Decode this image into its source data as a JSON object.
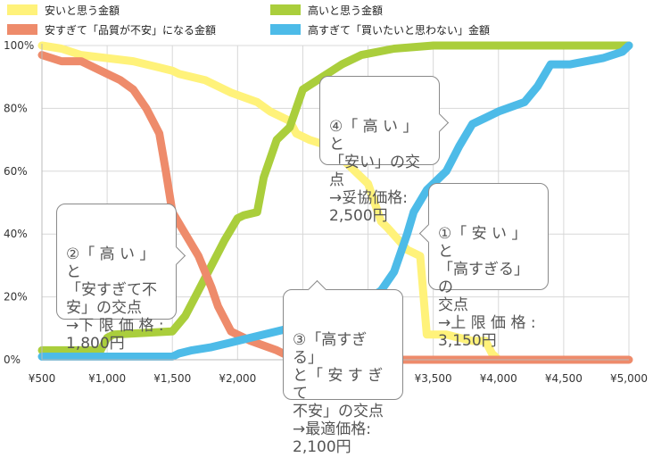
{
  "colors": {
    "yellow": "#FFF27A",
    "green": "#AACE3C",
    "orange": "#EE8B6B",
    "blue": "#4DBBE8",
    "grid": "#d8d8d8"
  },
  "chart_data": {
    "type": "line",
    "xlim": [
      500,
      5000
    ],
    "ylim": [
      0,
      100
    ],
    "x_ticks": [
      500,
      1000,
      1500,
      2000,
      2500,
      3000,
      3500,
      4000,
      4500,
      5000
    ],
    "x_tick_labels": [
      "¥500",
      "¥1,000",
      "¥1,500",
      "¥2,000",
      "¥2,500",
      "¥3,000",
      "¥3,500",
      "¥4,000",
      "¥4,500",
      "¥5,000"
    ],
    "y_ticks": [
      0,
      20,
      40,
      60,
      80,
      100
    ],
    "y_tick_labels": [
      "0%",
      "20%",
      "40%",
      "60%",
      "80%",
      "100%"
    ],
    "legend_position": "top",
    "series": [
      {
        "name": "安いと思う金額",
        "color_key": "yellow",
        "points": [
          [
            500,
            100
          ],
          [
            650,
            99
          ],
          [
            800,
            97
          ],
          [
            1000,
            96
          ],
          [
            1200,
            95
          ],
          [
            1400,
            93
          ],
          [
            1500,
            92
          ],
          [
            1550,
            91
          ],
          [
            1750,
            89
          ],
          [
            1950,
            85
          ],
          [
            2150,
            82
          ],
          [
            2250,
            79
          ],
          [
            2400,
            76
          ],
          [
            2450,
            72
          ],
          [
            2550,
            70
          ],
          [
            2700,
            68
          ],
          [
            2800,
            64
          ],
          [
            3000,
            56
          ],
          [
            3100,
            44
          ],
          [
            3150,
            42
          ],
          [
            3300,
            35
          ],
          [
            3400,
            33
          ],
          [
            3450,
            8
          ],
          [
            3600,
            8
          ],
          [
            3700,
            7
          ],
          [
            3800,
            6
          ],
          [
            3900,
            6
          ],
          [
            3950,
            2
          ],
          [
            4000,
            0
          ]
        ]
      },
      {
        "name": "高いと思う金額",
        "color_key": "green",
        "points": [
          [
            500,
            3
          ],
          [
            950,
            3
          ],
          [
            1000,
            7
          ],
          [
            1050,
            8
          ],
          [
            1500,
            9
          ],
          [
            1600,
            14
          ],
          [
            1700,
            22
          ],
          [
            1800,
            30
          ],
          [
            1900,
            38
          ],
          [
            2000,
            45
          ],
          [
            2050,
            46
          ],
          [
            2150,
            47
          ],
          [
            2200,
            58
          ],
          [
            2300,
            70
          ],
          [
            2400,
            74
          ],
          [
            2450,
            80
          ],
          [
            2500,
            86
          ],
          [
            2650,
            90
          ],
          [
            2800,
            94
          ],
          [
            2950,
            97
          ],
          [
            3200,
            99
          ],
          [
            3500,
            100
          ],
          [
            5000,
            100
          ]
        ]
      },
      {
        "name": "安すぎて「品質が不安」になる金額",
        "color_key": "orange",
        "points": [
          [
            500,
            97
          ],
          [
            650,
            95
          ],
          [
            800,
            95
          ],
          [
            1000,
            91
          ],
          [
            1100,
            89
          ],
          [
            1200,
            86
          ],
          [
            1300,
            80
          ],
          [
            1400,
            72
          ],
          [
            1450,
            60
          ],
          [
            1500,
            47
          ],
          [
            1600,
            40
          ],
          [
            1700,
            33
          ],
          [
            1800,
            23
          ],
          [
            1850,
            17
          ],
          [
            1950,
            9
          ],
          [
            2100,
            6
          ],
          [
            2300,
            3
          ],
          [
            2400,
            1
          ],
          [
            2500,
            0
          ],
          [
            5000,
            0
          ]
        ]
      },
      {
        "name": "高すぎて「買いたいと思わない」金額",
        "color_key": "blue",
        "points": [
          [
            500,
            1
          ],
          [
            1500,
            1
          ],
          [
            1550,
            2
          ],
          [
            1650,
            3
          ],
          [
            1800,
            4
          ],
          [
            2000,
            6
          ],
          [
            2200,
            8
          ],
          [
            2400,
            10
          ],
          [
            2600,
            13
          ],
          [
            2800,
            16
          ],
          [
            2950,
            18
          ],
          [
            3100,
            22
          ],
          [
            3200,
            28
          ],
          [
            3300,
            40
          ],
          [
            3350,
            47
          ],
          [
            3450,
            54
          ],
          [
            3600,
            60
          ],
          [
            3700,
            68
          ],
          [
            3800,
            75
          ],
          [
            3900,
            77
          ],
          [
            4000,
            79
          ],
          [
            4200,
            82
          ],
          [
            4300,
            87
          ],
          [
            4400,
            94
          ],
          [
            4550,
            94
          ],
          [
            4800,
            96
          ],
          [
            4950,
            98
          ],
          [
            5000,
            100
          ]
        ]
      }
    ]
  },
  "callouts": {
    "c4": "④「 高 い 」と\n「安い」の交点\n→妥協価格:\n2,500円",
    "c1": "①「 安 い 」と\n「高すぎる」の\n交点\n→上 限 価 格 :\n3,150円",
    "c2": "②「 高 い 」と\n「安すぎて不\n安」の交点\n→下 限 価 格 :\n1,800円",
    "c3": "③「高すぎる」\nと「 安 す ぎ て\n不安」の交点\n→最適価格:\n2,100円"
  }
}
